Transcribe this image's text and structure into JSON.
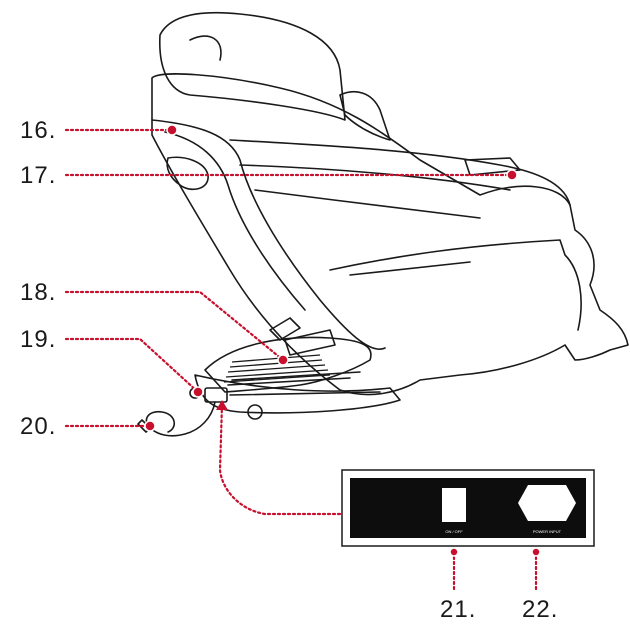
{
  "callouts": [
    {
      "number": "16."
    },
    {
      "number": "17."
    },
    {
      "number": "18."
    },
    {
      "number": "19."
    },
    {
      "number": "20."
    },
    {
      "number": "21."
    },
    {
      "number": "22."
    }
  ],
  "panel": {
    "switch_caption": "ON / OFF",
    "socket_caption": "POWER INPUT"
  },
  "colors": {
    "accent": "#c8102e",
    "line": "#1a1a1a",
    "panel": "#0d0d0d"
  }
}
